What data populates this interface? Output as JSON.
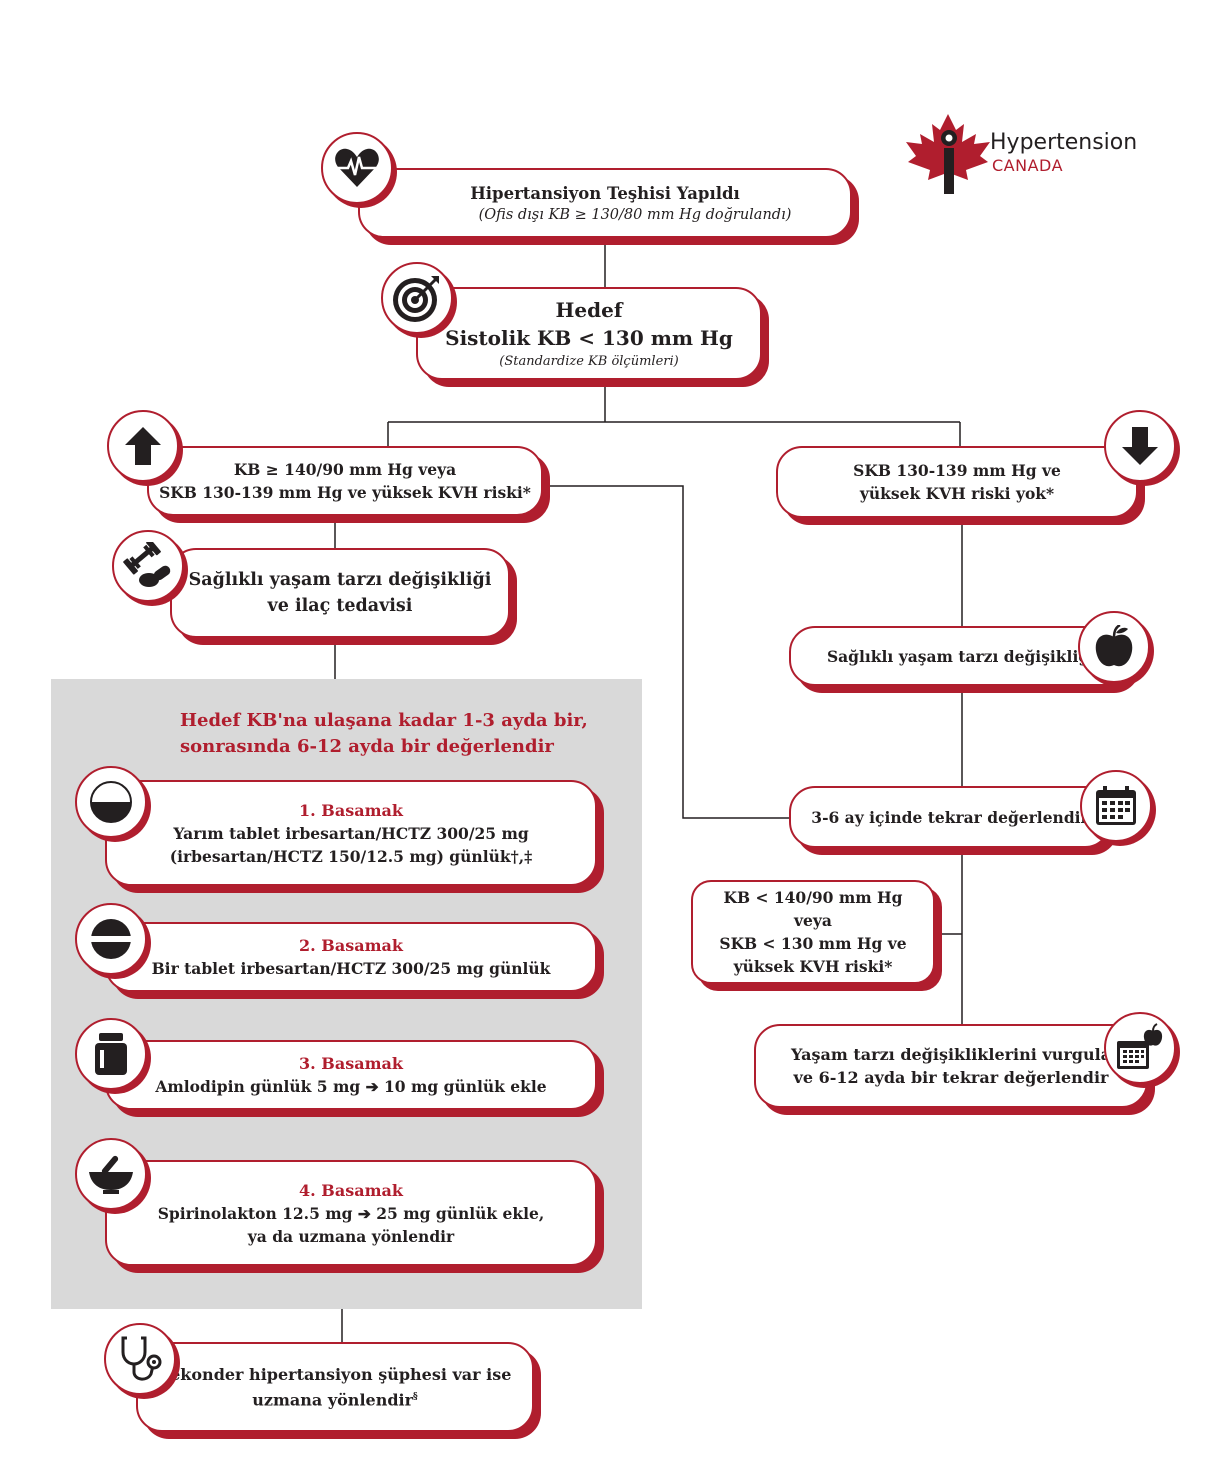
{
  "logo": {
    "line1": "Hypertension",
    "line2": "CANADA",
    "color": "#b01e2e"
  },
  "nodes": {
    "diagnosis": {
      "title": "Hipertansiyon Teşhisi Yapıldı",
      "subtitle": "(Ofis dışı KB ≥ 130/80 mm Hg doğrulandı)",
      "icon": "heart-pulse-icon"
    },
    "target": {
      "line1": "Hedef",
      "line2": "Sistolik KB < 130 mm Hg",
      "subtitle": "(Standardize KB ölçümleri)",
      "icon": "target-icon"
    },
    "high_risk": {
      "line1": "KB ≥ 140/90 mm Hg veya",
      "line2": "SKB 130-139 mm Hg ve yüksek KVH riski*",
      "icon": "arrow-up-icon"
    },
    "low_risk": {
      "line1": "SKB 130-139 mm Hg ve",
      "line2": "yüksek KVH riski yok*",
      "icon": "arrow-down-icon"
    },
    "lifestyle_meds": {
      "line1": "Sağlıklı yaşam tarzı değişikliği",
      "line2": "ve ilaç tedavisi",
      "icon": "dumbbell-pill-icon"
    },
    "lifestyle": {
      "text": "Sağlıklı yaşam tarzı değişikliği",
      "icon": "apple-icon"
    },
    "reassess": {
      "text": "3-6 ay içinde tekrar değerlendir",
      "icon": "calendar-icon"
    },
    "controlled": {
      "line1": "KB < 140/90 mm Hg",
      "line2": "veya",
      "line3": "SKB < 130 mm Hg ve",
      "line4": "yüksek KVH riski*"
    },
    "emphasize": {
      "line1": "Yaşam tarzı değişikliklerini vurgula",
      "line2": "ve 6-12 ayda bir tekrar değerlendir",
      "icon": "calendar-apple-icon"
    },
    "secondary": {
      "line1": "Sekonder hipertansiyon şüphesi var ise",
      "line2": "uzmana yönlendir",
      "sup": "§",
      "icon": "stethoscope-icon"
    }
  },
  "panel": {
    "heading1": "Hedef KB'na ulaşana kadar 1-3 ayda bir,",
    "heading2": "sonrasında 6-12 ayda bir değerlendir",
    "steps": [
      {
        "label": "1. Basamak",
        "line1": "Yarım tablet irbesartan/HCTZ 300/25 mg",
        "line2": "(irbesartan/HCTZ 150/12.5 mg) günlük†,‡",
        "icon": "half-tablet-icon"
      },
      {
        "label": "2. Basamak",
        "line1": "Bir tablet irbesartan/HCTZ 300/25 mg günlük",
        "line2": "",
        "icon": "whole-tablet-icon"
      },
      {
        "label": "3. Basamak",
        "line1": "Amlodipin günlük 5 mg ➔ 10 mg günlük ekle",
        "line2": "",
        "icon": "pill-bottle-icon"
      },
      {
        "label": "4. Basamak",
        "line1": "Spirinolakton 12.5 mg  ➔ 25 mg günlük ekle,",
        "line2": "ya da uzmana yönlendir",
        "icon": "mortar-pestle-icon"
      }
    ]
  },
  "colors": {
    "accent": "#b01e2e",
    "panel_bg": "#d9d9d9",
    "line": "#231f20"
  }
}
